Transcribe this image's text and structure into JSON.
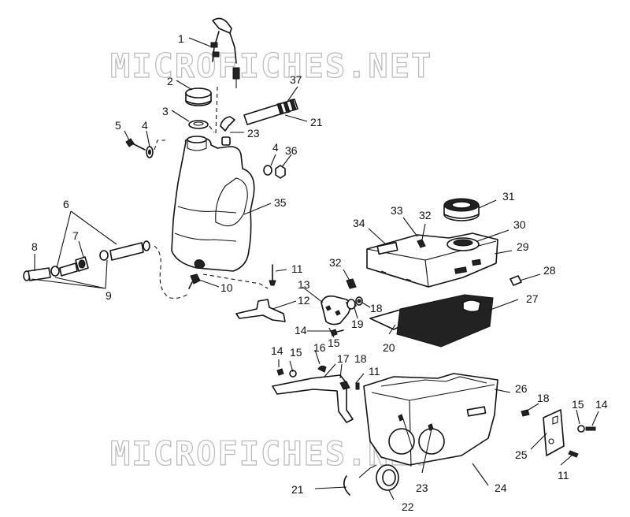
{
  "watermarks": [
    "MICROFICHES.NET",
    "MICROFICHES.NET"
  ],
  "callouts": [
    "1",
    "2",
    "3",
    "4",
    "5",
    "23",
    "37",
    "21",
    "4",
    "36",
    "35",
    "6",
    "7",
    "8",
    "9",
    "10",
    "11",
    "12",
    "13",
    "14",
    "15",
    "16",
    "17",
    "18",
    "19",
    "20",
    "11",
    "14",
    "15",
    "18",
    "21",
    "22",
    "23",
    "24",
    "25",
    "11",
    "15",
    "14",
    "18",
    "26",
    "27",
    "28",
    "29",
    "30",
    "31",
    "32",
    "33",
    "34",
    "32",
    "18"
  ]
}
